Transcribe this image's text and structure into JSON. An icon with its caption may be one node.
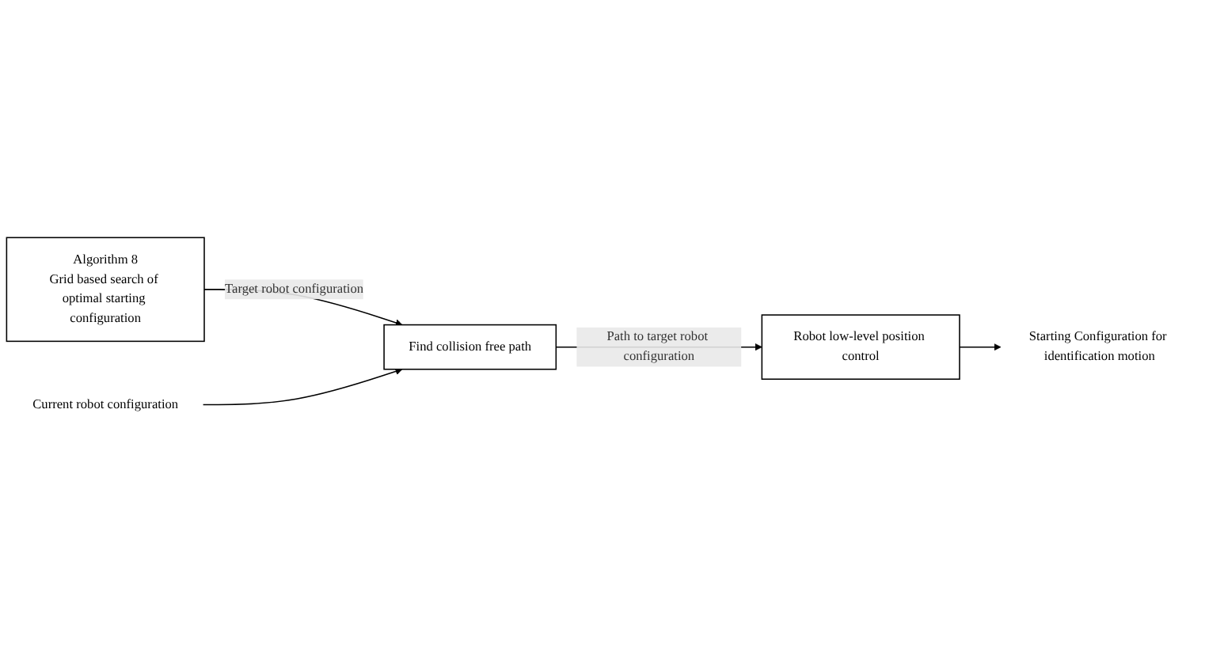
{
  "diagram": {
    "nodes": [
      {
        "text": [
          "Robot low-level position control"
        ]
      },
      {
        "text": [
          "Starting Configuration for identification motion"
        ]
      },
      {
        "text": [
          "Find collision free path"
        ]
      },
      {
        "text": [
          "Algorithm 8",
          "Grid based search of optimal starting configuration"
        ]
      },
      {
        "text": [
          "Current robot configuration"
        ]
      }
    ],
    "edges": [
      {
        "from": 2,
        "to": 0,
        "arrow": "to",
        "label": "Path to target robot configuration"
      },
      {
        "from": 0,
        "to": 1,
        "arrow": "to"
      },
      {
        "from": 3,
        "to": 2,
        "arrow": "to",
        "label": "Target robot configuration"
      },
      {
        "from": 4,
        "to": 2,
        "arrow": "to"
      }
    ]
  }
}
